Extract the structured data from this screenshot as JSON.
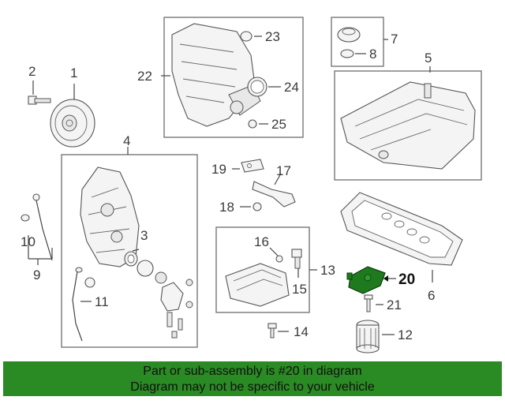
{
  "callouts": {
    "c1": "1",
    "c2": "2",
    "c3": "3",
    "c4": "4",
    "c5": "5",
    "c6": "6",
    "c7": "7",
    "c8": "8",
    "c9": "9",
    "c10": "10",
    "c11": "11",
    "c12": "12",
    "c13": "13",
    "c14": "14",
    "c15": "15",
    "c16": "16",
    "c17": "17",
    "c18": "18",
    "c19": "19",
    "c20": "20",
    "c21": "21",
    "c22": "22",
    "c23": "23",
    "c24": "24",
    "c25": "25"
  },
  "highlight_part": "20",
  "highlight_color": "#1f7a1f",
  "banner": {
    "line1": "Part or sub-assembly is #20 in diagram",
    "line2": "Diagram may not be specific to your vehicle",
    "background": "#2a8a23"
  }
}
